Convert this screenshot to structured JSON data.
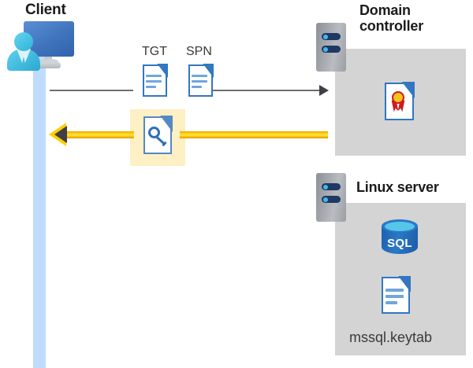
{
  "diagram": {
    "title": "Kerberos authentication flow between a client, a domain controller and a Linux server",
    "background_color": "#ffffff"
  },
  "client": {
    "label": "Client",
    "icon": "user-at-computer-icon",
    "lifeline_color": "#bfdcfd"
  },
  "messages": {
    "request": {
      "direction": "client-to-domain-controller",
      "line_color": "#6d6f73",
      "artifacts": [
        {
          "label": "TGT",
          "icon": "document-icon"
        },
        {
          "label": "SPN",
          "icon": "document-icon"
        }
      ]
    },
    "response": {
      "direction": "domain-controller-to-client",
      "line_color": "#ffd000",
      "highlight_color": "#fdf0c4",
      "artifact": {
        "label": "",
        "icon": "key-document-icon"
      }
    }
  },
  "domain_controller": {
    "label": "Domain controller",
    "label_line1": "Domain",
    "label_line2": "controller",
    "server_icon": "server-rack-icon",
    "panel_color": "#d4d4d4",
    "contents": [
      {
        "name": "certificate",
        "icon": "certificate-document-icon",
        "label": ""
      }
    ]
  },
  "linux_server": {
    "label": "Linux server",
    "server_icon": "server-rack-icon",
    "panel_color": "#d4d4d4",
    "contents": [
      {
        "name": "sql-database",
        "icon": "sql-database-icon",
        "label": "SQL"
      },
      {
        "name": "keytab-file",
        "icon": "document-icon",
        "label": "mssql.keytab"
      }
    ]
  }
}
